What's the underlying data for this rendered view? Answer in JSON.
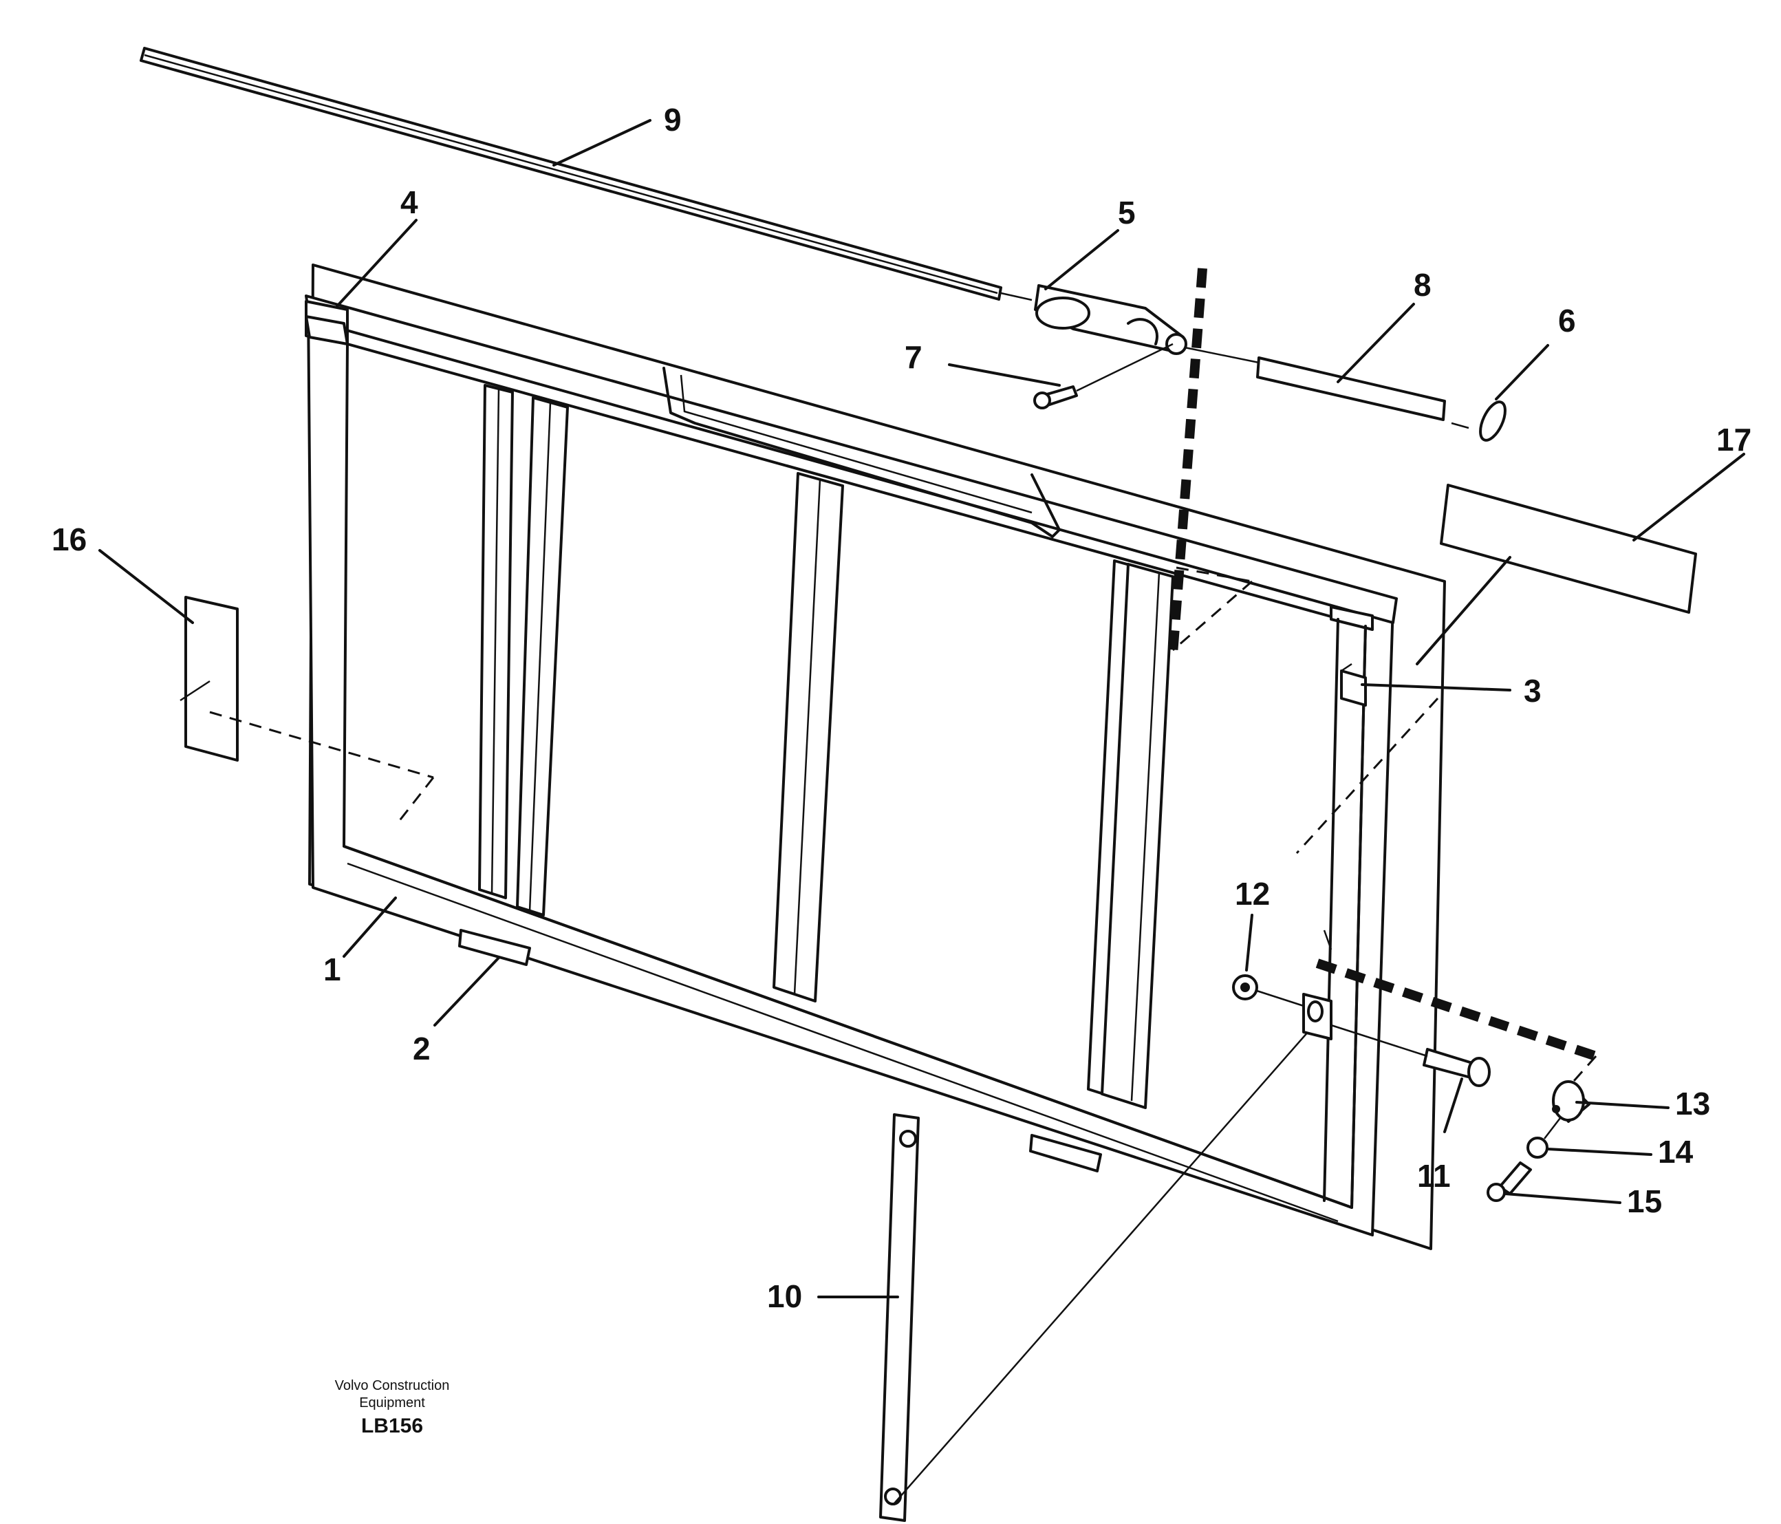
{
  "callouts": {
    "c1": "1",
    "c2": "2",
    "c3": "3",
    "c4": "4",
    "c5": "5",
    "c6": "6",
    "c7": "7",
    "c8": "8",
    "c9": "9",
    "c10": "10",
    "c11": "11",
    "c12": "12",
    "c13": "13",
    "c14": "14",
    "c15": "15",
    "c16": "16",
    "c17": "17"
  },
  "caption": {
    "line1": "Volvo Construction",
    "line2": "Equipment",
    "code": "LB156"
  }
}
